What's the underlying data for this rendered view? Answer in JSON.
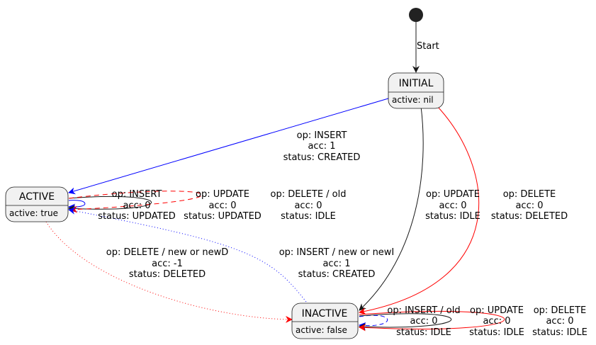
{
  "colors": {
    "black": "#181818",
    "blue": "#0000FF",
    "red": "#FF0000",
    "state_fill": "#F1F1F1"
  },
  "states": {
    "initial": {
      "title": "INITIAL",
      "attr": "active: nil"
    },
    "active": {
      "title": "ACTIVE",
      "attr": "active: true"
    },
    "inactive": {
      "title": "INACTIVE",
      "attr": "active: false"
    }
  },
  "transitions": {
    "start": {
      "label": "Start"
    },
    "initial_to_active": {
      "op": "op: INSERT",
      "acc": "acc: 1",
      "status": "status: CREATED"
    },
    "initial_to_inactive_update": {
      "op": "op: UPDATE",
      "acc": "acc: 0",
      "status": "status: IDLE"
    },
    "initial_to_inactive_delete": {
      "op": "op: DELETE",
      "acc": "acc: 0",
      "status": "status: DELETED"
    },
    "active_self_insert": {
      "op": "op: INSERT",
      "acc": "acc: 0",
      "status": "status: UPDATED"
    },
    "active_self_update": {
      "op": "op: UPDATE",
      "acc": "acc: 0",
      "status": "status: UPDATED"
    },
    "active_self_delete_old": {
      "op": "op: DELETE / old",
      "acc": "acc: 0",
      "status": "status: IDLE"
    },
    "active_to_inactive": {
      "op": "op: DELETE / new or newD",
      "acc": "acc: -1",
      "status": "status: DELETED"
    },
    "inactive_to_active": {
      "op": "op: INSERT / new or newI",
      "acc": "acc: 1",
      "status": "status: CREATED"
    },
    "inactive_self_insert_old": {
      "op": "op: INSERT / old",
      "acc": "acc: 0",
      "status": "status: IDLE"
    },
    "inactive_self_update": {
      "op": "op: UPDATE",
      "acc": "acc: 0",
      "status": "status: IDLE"
    },
    "inactive_self_delete": {
      "op": "op: DELETE",
      "acc": "acc: 0",
      "status": "status: IDLE"
    }
  }
}
